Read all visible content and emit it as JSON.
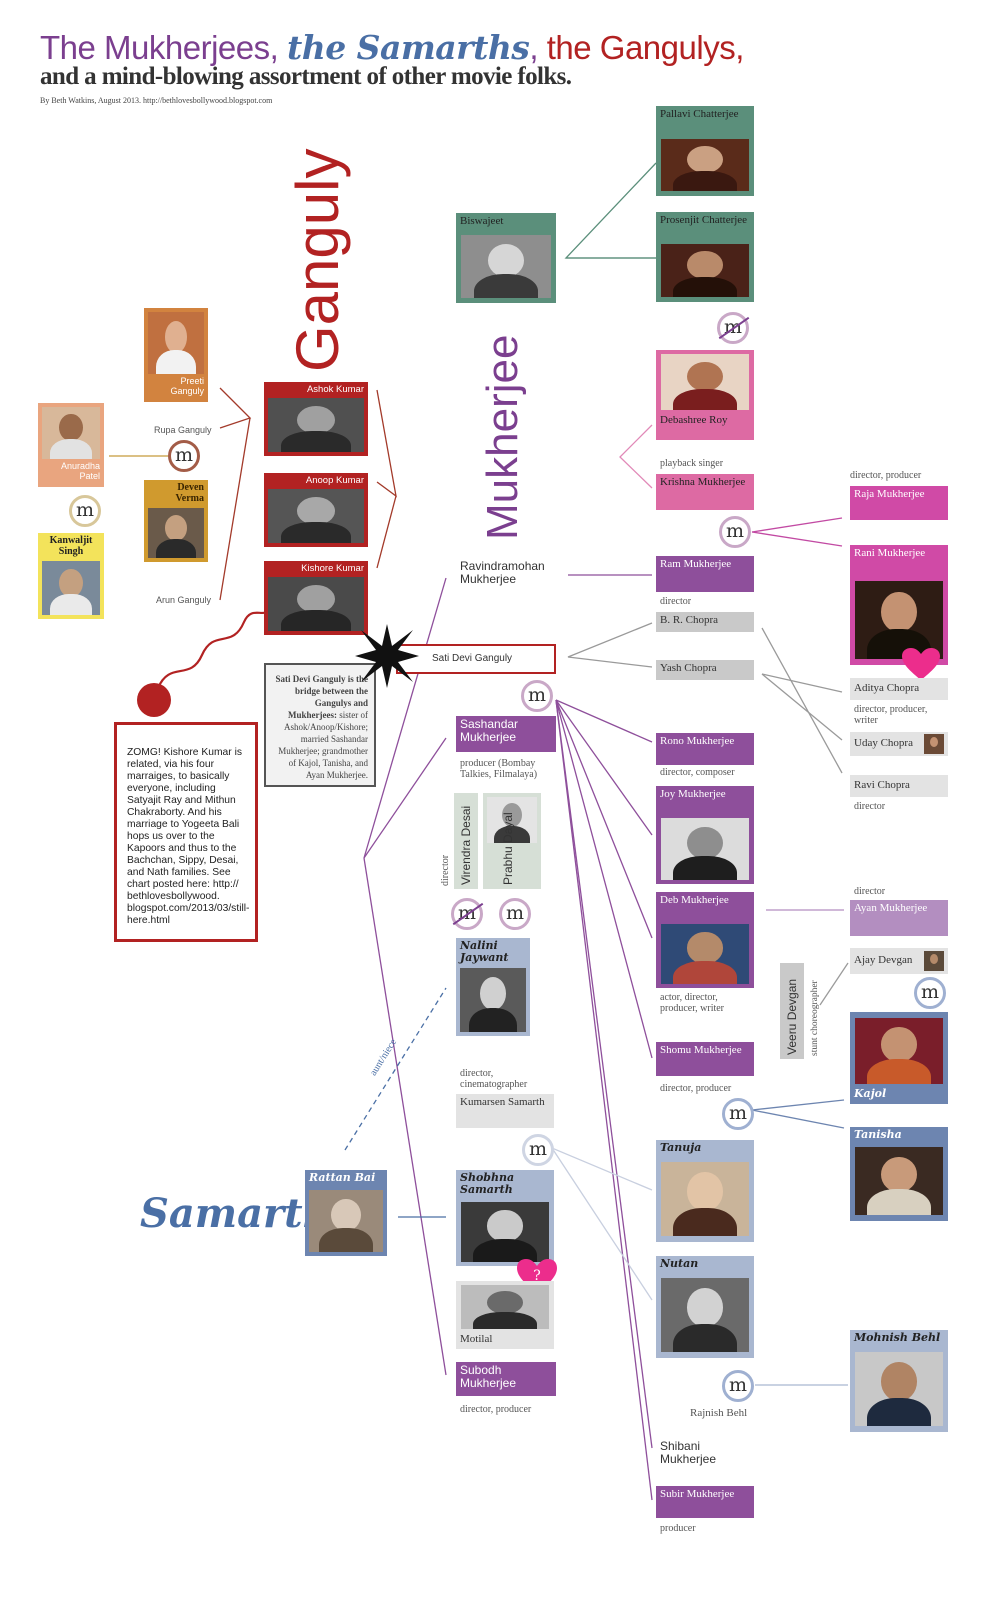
{
  "title": {
    "line1_a": "The Mukherjees, ",
    "line1_b": "the Samarths",
    "line1_c": ", ",
    "line1_d": "the Gangulys,",
    "line2": "and a mind-blowing assortment of other movie folks.",
    "credit": "By Beth Watkins, August 2013. http://bethlovesbollywood.blogspot.com"
  },
  "families": {
    "ganguly": "Ganguly",
    "mukherjee": "Mukherjee",
    "samarth": "Samarth"
  },
  "people": {
    "pallavi": "Pallavi Chatterjee",
    "biswajeet": "Biswajeet",
    "prosenjit": "Prosenjit Chatterjee",
    "debashree": "Debashree Roy",
    "krishna": "Krishna Mukherjee",
    "raja": "Raja Mukherjee",
    "rani": "Rani Mukherjee",
    "ram": "Ram Mukherjee",
    "br_chopra": "B. R. Chopra",
    "yash_chopra": "Yash Chopra",
    "aditya_chopra": "Aditya Chopra",
    "uday_chopra": "Uday Chopra",
    "ravi_chopra": "Ravi Chopra",
    "rono": "Rono Mukherjee",
    "joy": "Joy Mukherjee",
    "deb": "Deb Mukherjee",
    "ayan": "Ayan Mukherjee",
    "ajay": "Ajay Devgan",
    "veeru": "Veeru Devgan",
    "kajol": "Kajol",
    "shomu": "Shomu Mukherjee",
    "tanisha": "Tanisha",
    "tanuja": "Tanuja",
    "nutan": "Nutan",
    "mohnish": "Mohnish Behl",
    "rajnish": "Rajnish Behl",
    "shibani": "Shibani Mukherjee",
    "subir": "Subir Mukherjee",
    "preeti": "Preeti Ganguly",
    "rupa": "Rupa Ganguly",
    "anuradha": "Anuradha Patel",
    "deven": "Deven Verma",
    "kanwaljit": "Kanwaljit Singh",
    "arun": "Arun Ganguly",
    "ashok": "Ashok Kumar",
    "anoop": "Anoop Kumar",
    "kishore": "Kishore Kumar",
    "ravindramohan": "Ravindramohan Mukherjee",
    "sati": "Sati Devi Ganguly",
    "sashadhar": "Sashandar Mukherjee",
    "virendra": "Virendra Desai",
    "prabhu": "Prabhu Dayal",
    "nalini": "Nalini Jaywant",
    "kumarsen": "Kumarsen Samarth",
    "rattan": "Rattan Bai",
    "shobhna": "Shobhna Samarth",
    "motilal": "Motilal",
    "subodh": "Subodh Mukherjee"
  },
  "roles": {
    "playback": "playback singer",
    "raja": "director, producer",
    "ram": "director",
    "aditya": "director, producer, writer",
    "ravi": "director",
    "rono": "director, composer",
    "ayan": "director",
    "deb": "actor, director, producer, writer",
    "veeru": "stunt choreographer",
    "shomu": "director, producer",
    "sashadhar": "producer (Bombay Talkies, Filmalaya)",
    "virendra": "director",
    "kumarsen": "director, cinematographer",
    "subodh": "director, producer",
    "subir": "producer"
  },
  "marker": "m",
  "aunt_niece": "aunt/niece",
  "callout": "ZOMG! Kishore Kumar is related, via his four marraiges, to basically everyone, including Satyajit Ray and Mithun Chakraborty. And his marriage to Yogeeta Bali hops us over to the Kapoors and thus to the Bachchan, Sippy, Desai, and Nath families. See chart posted here: http:// bethlovesbollywood. blogspot.com/2013/03/still-here.html",
  "sati_note": {
    "bold": "Sati Devi Ganguly is the bridge between the Gangulys and Mukherjees:",
    "rest": " sister of Ashok/Anoop/Kishore; married Sashandar Mukherjee; grandmother of Kajol, Tanisha, and Ayan Mukherjee."
  },
  "heart_mark": "?",
  "colors": {
    "mukherjee": "#7b3f8f",
    "ganguly": "#b22222",
    "samarth": "#4a6fa5",
    "chatterjee": "#5b8f7b",
    "chopra": "#9a9a9a"
  }
}
